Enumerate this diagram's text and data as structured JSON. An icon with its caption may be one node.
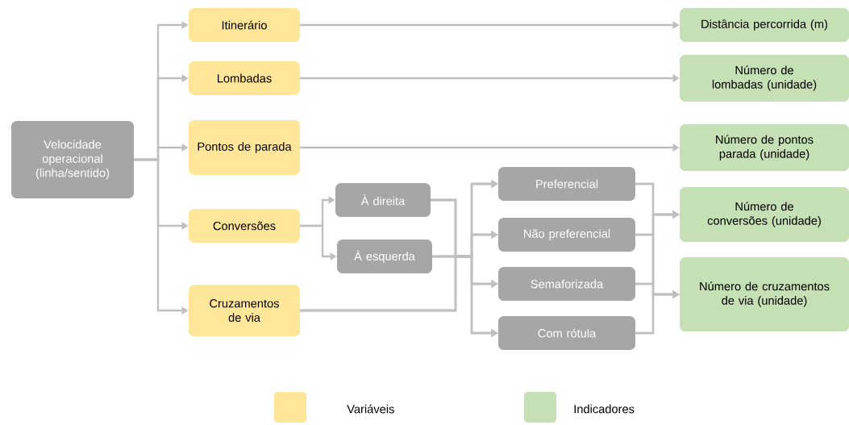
{
  "diagram": {
    "nodes": [
      {
        "text": [
          "Velocidade operacional (linha/sentido)"
        ]
      },
      {
        "text": [
          "Itinerário"
        ]
      },
      {
        "text": [
          "Lombadas"
        ]
      },
      {
        "text": [
          "Pontos de parada"
        ]
      },
      {
        "text": [
          "Conversões"
        ]
      },
      {
        "text": [
          "Cruzamentos de via"
        ]
      },
      {
        "text": [
          "À direita"
        ]
      },
      {
        "text": [
          "À esquerda"
        ]
      },
      {
        "text": [
          "Preferencial"
        ]
      },
      {
        "text": [
          "Não preferencial"
        ]
      },
      {
        "text": [
          "Semaforizada"
        ]
      },
      {
        "text": [
          "Com rótula"
        ]
      },
      {
        "text": [
          "Distância percorrida (m)"
        ]
      },
      {
        "text": [
          "Número de lombadas (unidade)"
        ]
      },
      {
        "text": [
          "Número de pontos parada (unidade)"
        ]
      },
      {
        "text": [
          "Número de conversões (unidade)"
        ]
      },
      {
        "text": [
          "Número de cruzamentos de via (unidade)"
        ]
      }
    ],
    "edges": [
      {
        "from": 0,
        "to": 1,
        "arrow": "to"
      },
      {
        "from": 0,
        "to": 2,
        "arrow": "to"
      },
      {
        "from": 0,
        "to": 3,
        "arrow": "to"
      },
      {
        "from": 0,
        "to": 4,
        "arrow": "to"
      },
      {
        "from": 0,
        "to": 5,
        "arrow": "to"
      },
      {
        "from": 1,
        "to": 12,
        "arrow": "to"
      },
      {
        "from": 2,
        "to": 13,
        "arrow": "to"
      },
      {
        "from": 3,
        "to": 14,
        "arrow": "to"
      },
      {
        "from": 4,
        "to": 6,
        "arrow": "to"
      },
      {
        "from": 4,
        "to": 7,
        "arrow": "to"
      },
      {
        "from": 6,
        "to": 8,
        "arrow": "to"
      },
      {
        "from": 6,
        "to": 9,
        "arrow": "to"
      },
      {
        "from": 6,
        "to": 10,
        "arrow": "to"
      },
      {
        "from": 6,
        "to": 11,
        "arrow": "to"
      },
      {
        "from": 7,
        "to": 8,
        "arrow": "to"
      },
      {
        "from": 7,
        "to": 9,
        "arrow": "to"
      },
      {
        "from": 7,
        "to": 10,
        "arrow": "to"
      },
      {
        "from": 7,
        "to": 11,
        "arrow": "to"
      },
      {
        "from": 5,
        "to": 8,
        "arrow": "to"
      },
      {
        "from": 5,
        "to": 9,
        "arrow": "to"
      },
      {
        "from": 5,
        "to": 10,
        "arrow": "to"
      },
      {
        "from": 5,
        "to": 11,
        "arrow": "to"
      },
      {
        "from": 8,
        "to": 15,
        "arrow": "to"
      },
      {
        "from": 8,
        "to": 16,
        "arrow": "to"
      },
      {
        "from": 9,
        "to": 15,
        "arrow": "to"
      },
      {
        "from": 9,
        "to": 16,
        "arrow": "to"
      },
      {
        "from": 10,
        "to": 15,
        "arrow": "to"
      },
      {
        "from": 10,
        "to": 16,
        "arrow": "to"
      },
      {
        "from": 11,
        "to": 15,
        "arrow": "to"
      },
      {
        "from": 11,
        "to": 16,
        "arrow": "to"
      }
    ],
    "legend": [
      {
        "text": "Variáveis",
        "color": "#ffe699"
      },
      {
        "text": "Indicadores",
        "color": "#c5e0b4"
      }
    ]
  }
}
